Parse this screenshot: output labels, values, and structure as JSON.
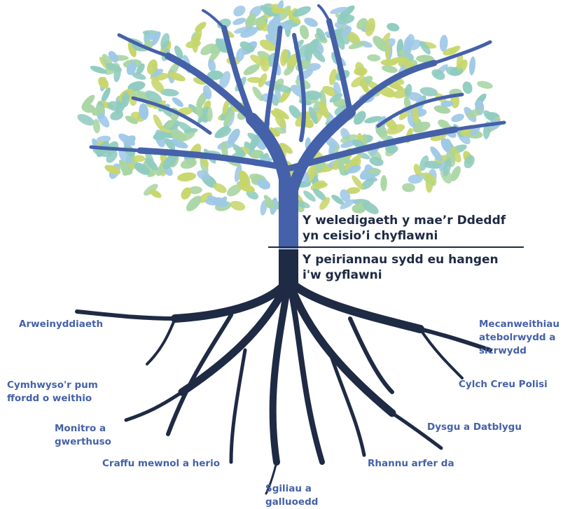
{
  "colors": {
    "canopy_trunk": "#4561a9",
    "roots": "#1f2a44",
    "label_blue": "#4561a9",
    "leaf_palette": [
      "#c7d66b",
      "#8fcbc0",
      "#9ec8e6",
      "#a9d5a3"
    ]
  },
  "vision": {
    "line1": "Y weledigaeth y mae’r Ddeddf",
    "line2": "yn ceisio’i chyflawni"
  },
  "mechanisms": {
    "line1": "Y peiriannau sydd eu hangen",
    "line2": "i'w gyflawni"
  },
  "roots": {
    "leadership": {
      "line1": "Arweinyddiaeth"
    },
    "five_ways": {
      "line1": "Cymhwyso'r pum",
      "line2": "ffordd o weithio"
    },
    "monitoring": {
      "line1": "Monitro a",
      "line2": "gwerthuso"
    },
    "scrutiny": {
      "line1": "Craffu mewnol a herio"
    },
    "skills": {
      "line1": "Sgiliau a",
      "line2": "galluoedd"
    },
    "sharing": {
      "line1": "Rhannu arfer da"
    },
    "learning": {
      "line1": "Dysgu a Datblygu"
    },
    "policy": {
      "line1": "Cylch Creu Polisi"
    },
    "accountability": {
      "line1": "Mecanweithiau",
      "line2": "atebolrwydd a",
      "line3": "sicrwydd"
    }
  }
}
